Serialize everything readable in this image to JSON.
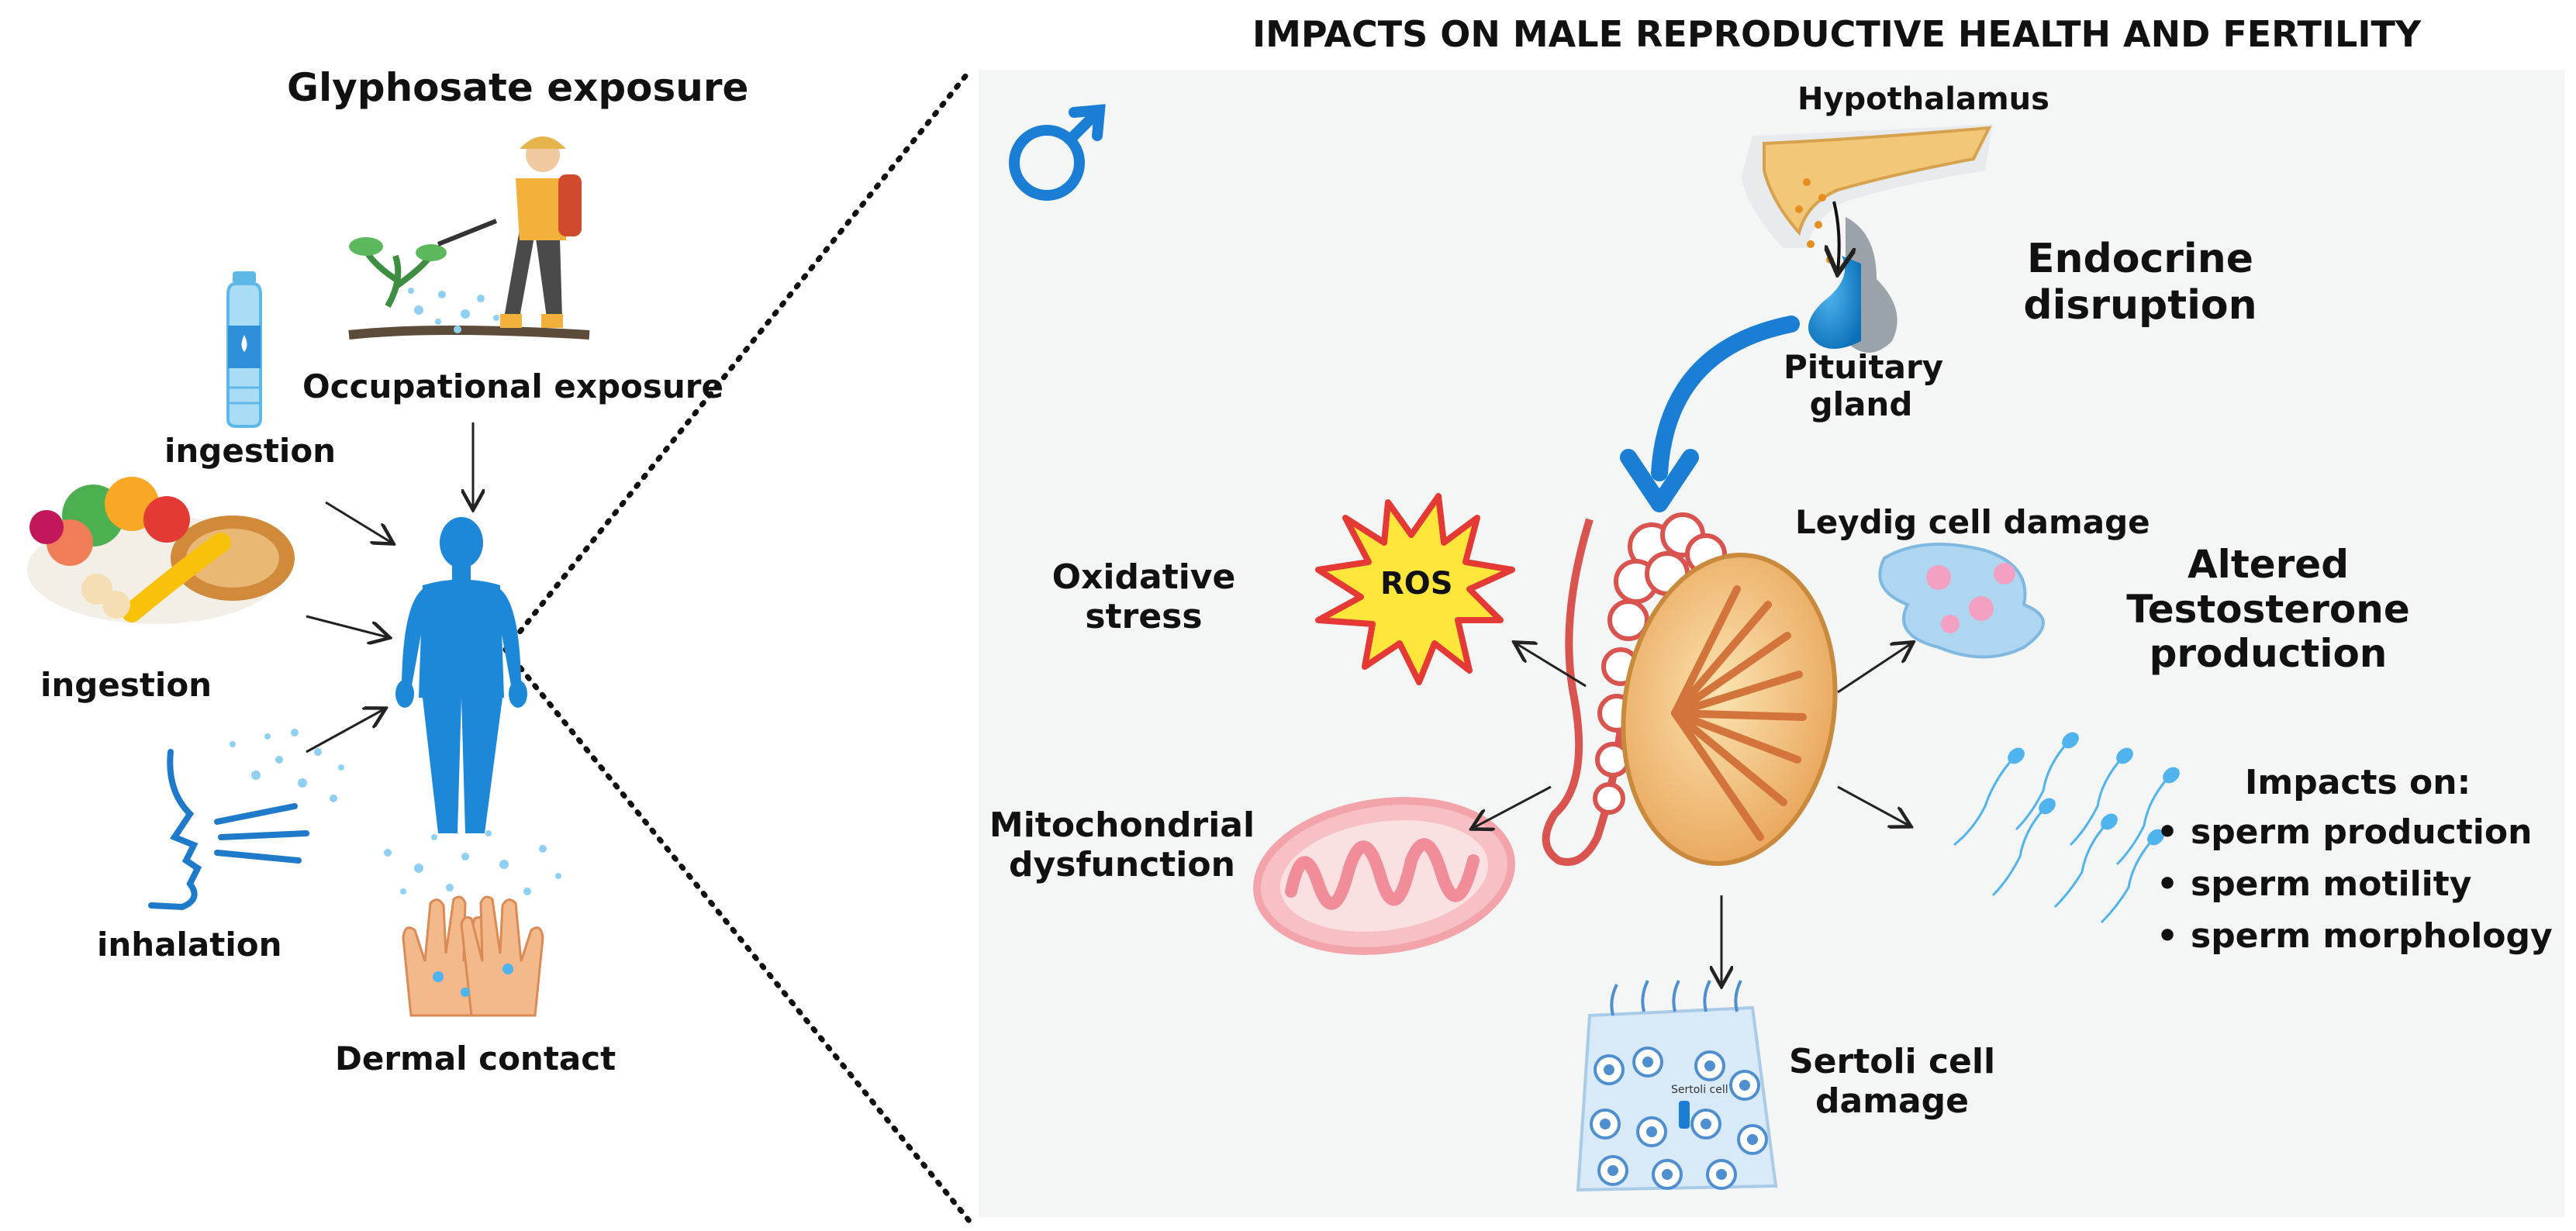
{
  "left": {
    "title": "Glyphosate exposure",
    "occupational": "Occupational exposure",
    "ingestion_water": "ingestion",
    "ingestion_food": "ingestion",
    "inhalation": "inhalation",
    "dermal": "Dermal contact"
  },
  "right": {
    "title": "IMPACTS ON MALE REPRODUCTIVE HEALTH AND FERTILITY",
    "hypothalamus": "Hypothalamus",
    "pituitary_line1": "Pituitary",
    "pituitary_line2": "gland",
    "endocrine_line1": "Endocrine",
    "endocrine_line2": "disruption",
    "leydig": "Leydig cell damage",
    "altered_line1": "Altered",
    "altered_line2": "Testosterone",
    "altered_line3": "production",
    "ros": "ROS",
    "oxidative_line1": "Oxidative",
    "oxidative_line2": "stress",
    "mito_line1": "Mitochondrial",
    "mito_line2": "dysfunction",
    "sertoli_line1": "Sertoli cell",
    "sertoli_line2": "damage",
    "sertoli_cell_label": "Sertoli cell",
    "impacts_heading": "Impacts on:",
    "impacts": [
      "sperm production",
      "sperm motility",
      "sperm morphology"
    ]
  },
  "colors": {
    "body_blue": "#1e88d8",
    "panel_bg": "#f4f5f5",
    "arrow_blue": "#1a7fd4",
    "testis_orange": "#e9a55a",
    "ros_yellow": "#ffe63b",
    "ros_red": "#e53935"
  },
  "icons": [
    "male-symbol-icon",
    "water-bottle-icon",
    "farmer-sprayer-icon",
    "food-plate-icon",
    "inhalation-face-icon",
    "human-body-icon",
    "hands-icon",
    "brain-pituitary-icon",
    "testis-icon",
    "ros-burst-icon",
    "mitochondria-icon",
    "leydig-cells-icon",
    "sperm-icon",
    "sertoli-tissue-icon"
  ]
}
